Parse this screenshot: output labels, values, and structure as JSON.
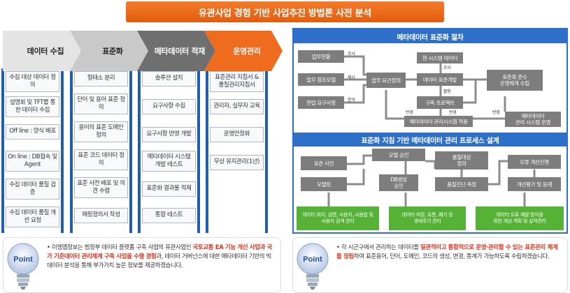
{
  "title": "유관사업 경험 기반 사업추진 방법론 사전 분석",
  "left": {
    "steps": [
      "데이터 수집",
      "표준화",
      "메타데이터 적재",
      "운영관리"
    ],
    "columns": [
      [
        "수집 대상 데이터 정의",
        "설명회 및 TFT를 통한 데이터 수집",
        "Off line : 양식 배포",
        "On line : DB접속 및 Agent",
        "수집 데이터 품질 검증",
        "수집 데이터 품질 개선 요청"
      ],
      [
        "형태소 분리",
        "단어 및 용어 표준 정의",
        "용어의 표준 도메인 정의",
        "표준 코드 데이터 정의",
        "표준 사전 배포 및 의견 수렴",
        "매핑정의서 작성"
      ],
      [
        "솔루션 설치",
        "요구사항 수집",
        "요구사항 반영 개발",
        "메타데이터 시스템 개발 테스트",
        "표준화 결과물 적재",
        "통합 테스트"
      ],
      [
        "표준관리 지침서 & 품질관리지침서",
        "관리자, 실무자 교육",
        "운영안정화",
        "무상 유지관리(1년)"
      ]
    ],
    "point": {
      "label": "Point",
      "prefix": "• 이엠앱정보는 범정부 데이터 플랫폼 구축 사업의 유관사업인 ",
      "highlight": "국토교통 EA 기능 개선 사업과 국가 기준데이터 관리체계 구축 사업을 수행 경험",
      "suffix": "과, 데이터 거버넌스에 대한 메타데이터 기반의 빅데이터 분석을 통해 부가가치 높은 정보를 제공하겠습니다."
    }
  },
  "right": {
    "section1": {
      "header": "메타데이터 표준화 절차",
      "boxes": {
        "current_work": "업무현황",
        "ref_model": "업무 참조모델",
        "field_req": "현업 요구사항",
        "work_req_def": "업무 요건정의",
        "current_system_data": "현 시스템 데이터",
        "data_std_dev": "데이터 표준개발",
        "build_project": "구축 프로젝트",
        "meta_admin_apply": "메타데이터 관리시스템 적용",
        "data_std_compliance": "표준화 준수\n운영체계 수립",
        "meta_admin_system": "메타데이터\n관리 시스템 운영"
      },
      "labels": {
        "survey": "조사",
        "present": "제시",
        "analysis": "분석",
        "survey2": "조사",
        "use": "활용",
        "reflect1": "반영",
        "reflect2": "반영",
        "reflect3": "반영"
      }
    },
    "section2": {
      "header": "표준화 지침 기반 메타데이터 관리 프로세스 설계",
      "boxes": {
        "std_dict": "표준 사전",
        "modeling": "모델링",
        "model_approval": "모델 승인",
        "db_approval": "DB생성\n승인",
        "quality_def": "품질대상\n정의",
        "quality_measure": "품질진단 측정",
        "error_improve": "오류 개선진행",
        "improve_eval": "개선평가 및 등재"
      },
      "green": [
        "데이터 위치, 설명, 사용처, 사용법 및\n사용자 검색 관리",
        "데이터 저장, 유통, 폐기 등\n생애주기 관리",
        "데이터 오류 재발 방지를\n위한 개선 계획 및 실적관리"
      ]
    },
    "point": {
      "label": "Point",
      "prefix": "• 각 시군구에서 관리하는 데이터를 ",
      "highlight": "일관적이고 통합적으로 운영·관리할 수 있는 표준관리 체계를 정립",
      "suffix": "하여 표준용어, 단어, 도메인, 코드의 생성, 변경, 통계가 가능하도록 수립하겠습니다."
    }
  },
  "colors": {
    "banner": "#ef6c1f",
    "blue": "#2e6fc9",
    "gray_box": "#7d7d7d",
    "green": "#55b236",
    "highlight": "#e0321c"
  }
}
